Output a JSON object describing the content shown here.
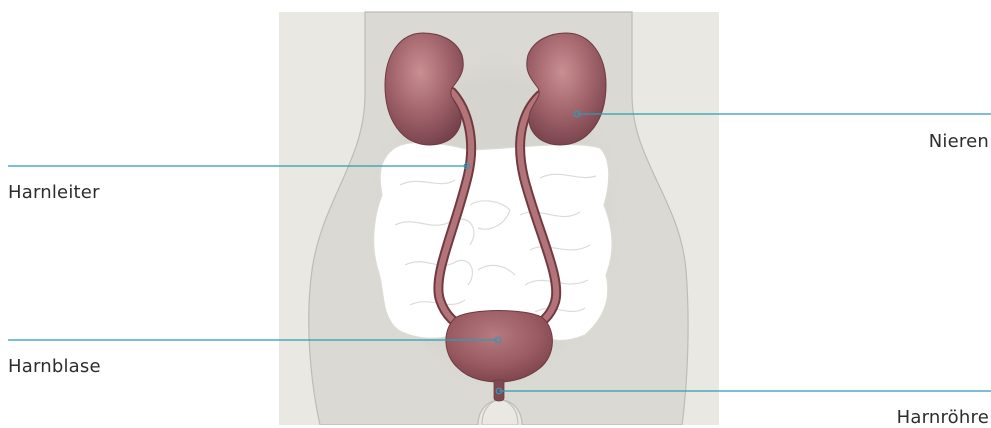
{
  "labels": {
    "ureter": "Harnleiter",
    "bladder": "Harnblase",
    "kidneys": "Nieren",
    "urethra": "Harnröhre"
  },
  "colors": {
    "panel_background": "#e9e8e3",
    "body_fill": "#dad9d3",
    "body_outline": "#bdbcb5",
    "intestine_fill": "#ffffff",
    "intestine_outline": "#dcdcd6",
    "organ_fill": "#9a5a5e",
    "organ_highlight": "#c4898c",
    "organ_dark": "#6f3b40",
    "leader_line": "#2f9bb3",
    "label_text": "#2d2d2d"
  }
}
